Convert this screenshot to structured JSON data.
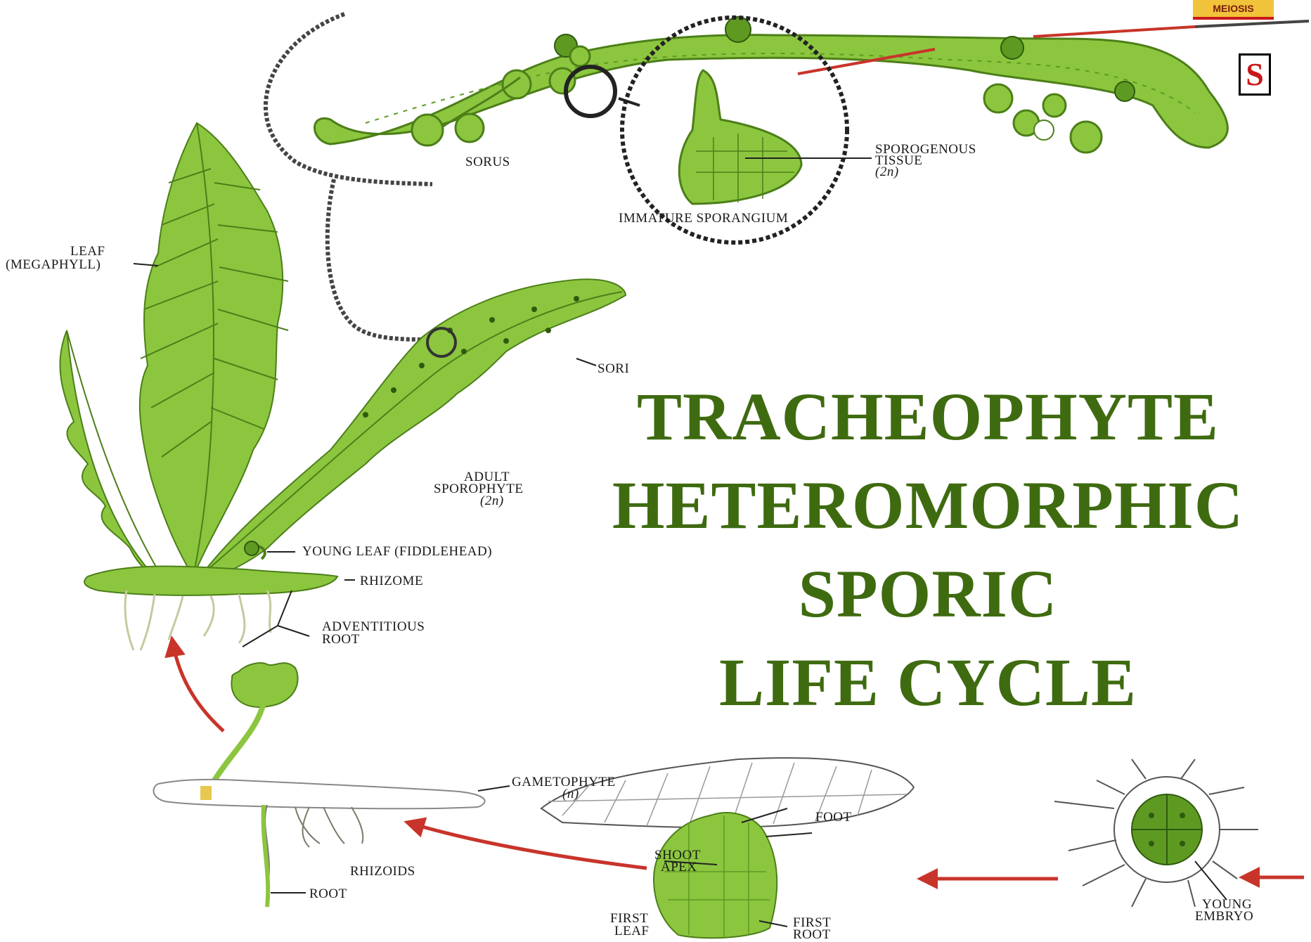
{
  "title": {
    "line1": "TRACHEOPHYTE",
    "line2": "HETEROMORPHIC",
    "line3": "SPORIC",
    "line4": "LIFE CYCLE"
  },
  "badge": {
    "letter": "S",
    "meiosis": "MEIOSIS"
  },
  "labels": {
    "sorus": "SORUS",
    "sporogenous_1": "SPOROGENOUS",
    "sporogenous_2": "TISSUE",
    "sporogenous_3": "(2n)",
    "immature_sporangium": "IMMATURE SPORANGIUM",
    "leaf_1": "LEAF",
    "leaf_2": "(MEGAPHYLL)",
    "sori": "SORI",
    "adult_1": "ADULT",
    "adult_2": "SPOROPHYTE",
    "adult_3": "(2n)",
    "young_leaf": "YOUNG LEAF (FIDDLEHEAD)",
    "rhizome": "RHIZOME",
    "adventitious_1": "ADVENTITIOUS",
    "adventitious_2": "ROOT",
    "gametophyte_1": "GAMETOPHYTE",
    "gametophyte_2": "(n)",
    "foot": "FOOT",
    "shoot_apex_1": "SHOOT",
    "shoot_apex_2": "APEX",
    "rhizoids": "RHIZOIDS",
    "root": "ROOT",
    "first_leaf_1": "FIRST",
    "first_leaf_2": "LEAF",
    "first_root_1": "FIRST",
    "first_root_2": "ROOT",
    "young_embryo_1": "YOUNG",
    "young_embryo_2": "EMBRYO"
  },
  "colors": {
    "title": "#3f6b10",
    "leaf": "#8cc63f",
    "leaf_dark": "#5e9a22",
    "arrow": "#c8342a",
    "badge_letter": "#c8181b"
  }
}
